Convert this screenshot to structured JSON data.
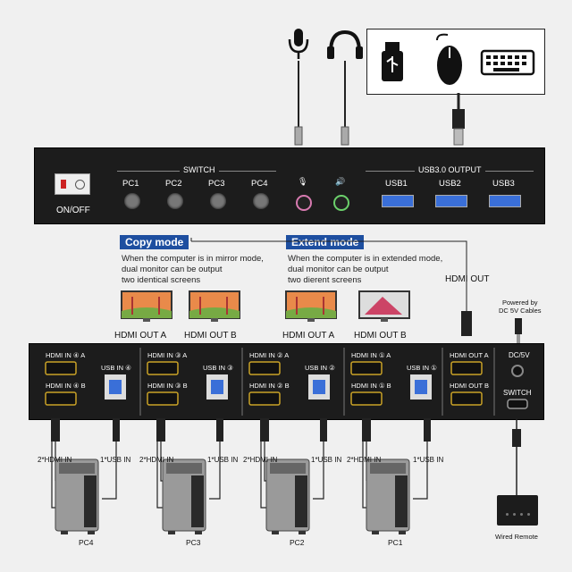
{
  "front_panel": {
    "power_label": "ON/OFF",
    "switch_label": "SWITCH",
    "pc_buttons": [
      "PC1",
      "PC2",
      "PC3",
      "PC4"
    ],
    "usb_output_label": "USB3.0 OUTPUT",
    "usb_ports": [
      "USB1",
      "USB2",
      "USB3"
    ]
  },
  "copy_mode": {
    "title": "Copy mode",
    "description_lines": [
      "When the computer is in mirror mode,",
      "dual monitor can be output",
      "two identical screens"
    ],
    "monitor_labels": [
      "HDMI OUT A",
      "HDMI OUT B"
    ]
  },
  "extend_mode": {
    "title": "Extend mode",
    "description_lines": [
      "When the computer is in extended mode,",
      "dual monitor can be output",
      "two dierent screens"
    ],
    "monitor_labels": [
      "HDMI OUT A",
      "HDMI OUT B"
    ]
  },
  "hdmi_out_label": "HDMI OUT",
  "power_note_lines": [
    "Powered by",
    "DC 5V Cables"
  ],
  "rear_panel": {
    "groups": [
      {
        "hdmi_a": "HDMI IN ④ A",
        "hdmi_b": "HDMI IN ④ B",
        "usb": "USB IN ④"
      },
      {
        "hdmi_a": "HDMI IN ③ A",
        "hdmi_b": "HDMI IN ③ B",
        "usb": "USB IN ③"
      },
      {
        "hdmi_a": "HDMI IN ② A",
        "hdmi_b": "HDMI IN ② B",
        "usb": "USB IN ②"
      },
      {
        "hdmi_a": "HDMI IN ① A",
        "hdmi_b": "HDMI IN ① B",
        "usb": "USB IN ①"
      }
    ],
    "hdmi_out_a": "HDMI OUT A",
    "hdmi_out_b": "HDMI OUT B",
    "dc_label": "DC/5V",
    "switch_label": "SWITCH"
  },
  "cable_labels": {
    "hdmi_in": "2*HDMI IN",
    "usb_in": "1*USB IN"
  },
  "pcs": [
    "PC4",
    "PC3",
    "PC2",
    "PC1"
  ],
  "remote_label": "Wired Remote",
  "colors": {
    "mode_title_bg": "#1e4fa0",
    "device_body": "#1c1c1c",
    "usb_blue": "#3a6fd8",
    "hdmi_gold": "#c9a227"
  }
}
